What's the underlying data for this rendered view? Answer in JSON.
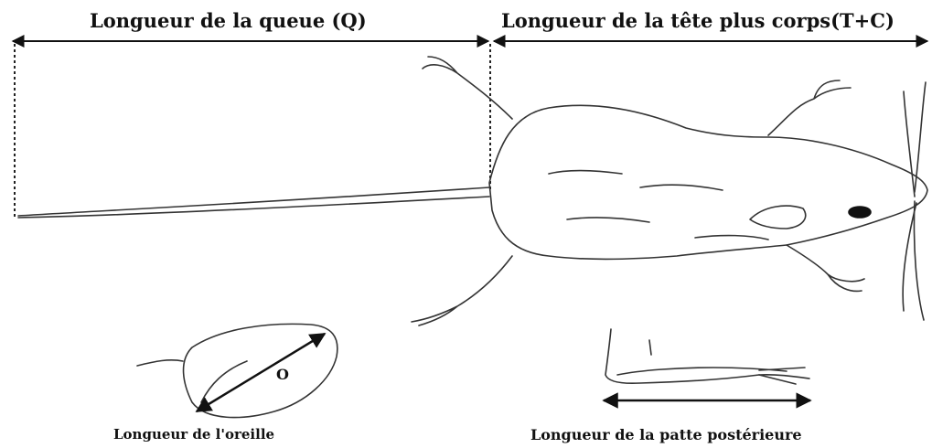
{
  "labels": {
    "tail_length": "Longueur de la queue (Q)",
    "head_body_length": "Longueur de la tête plus corps(T+C)",
    "ear_length": "Longueur de l'oreille",
    "ear_symbol": "O",
    "hind_foot_length": "Longueur de la patte postérieure"
  }
}
